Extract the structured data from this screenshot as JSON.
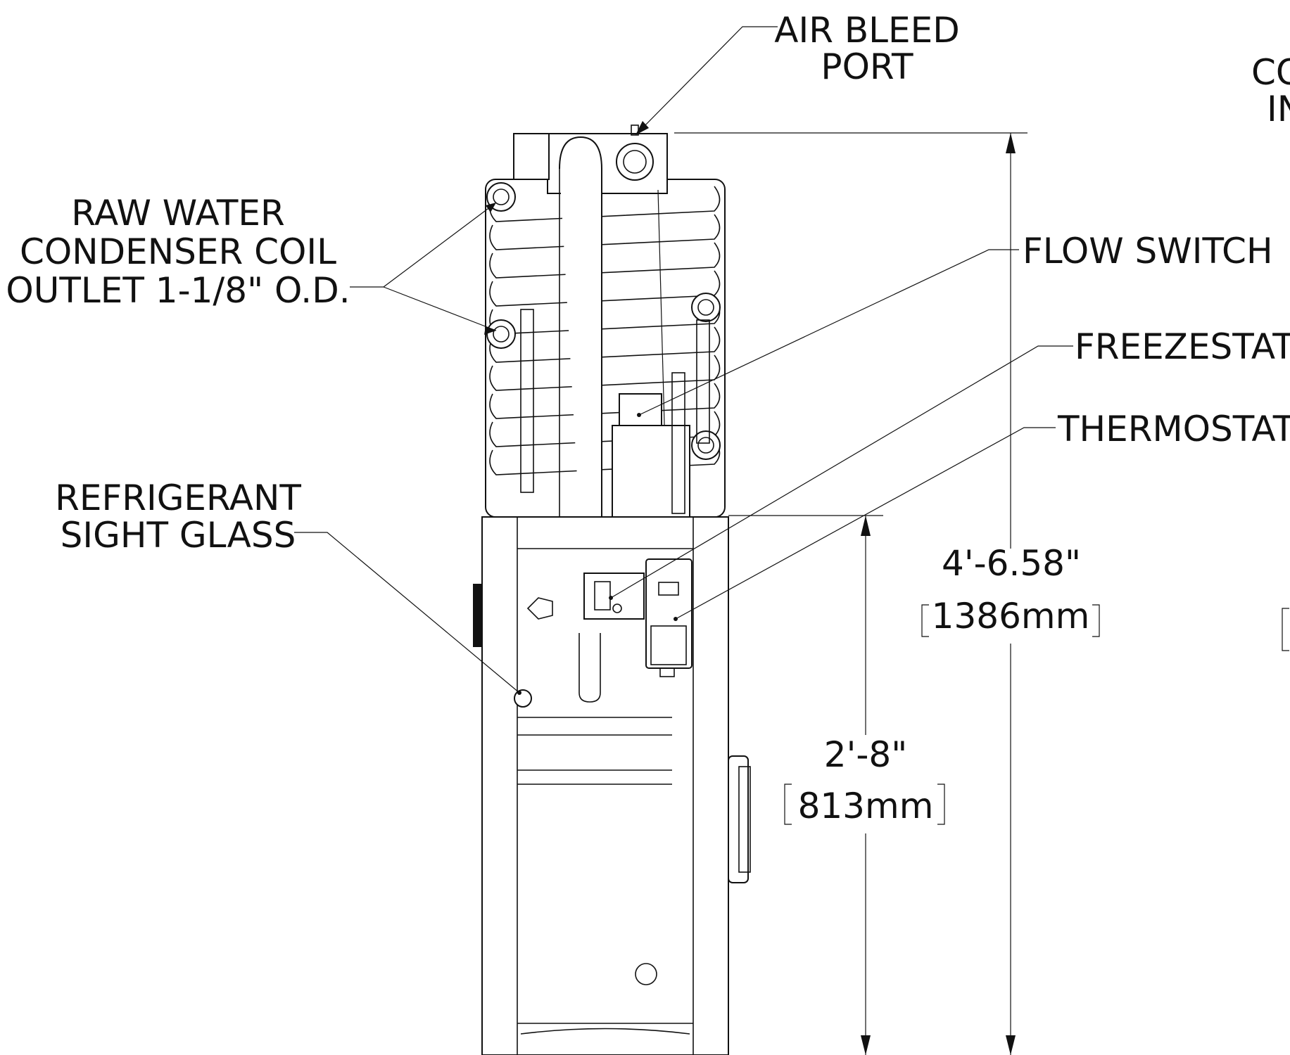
{
  "labels": {
    "air_bleed_line1": "AIR BLEED",
    "air_bleed_line2": "PORT",
    "raw_water_line1": "RAW WATER",
    "raw_water_line2": "CONDENSER COIL",
    "raw_water_line3": "OUTLET 1-1/8\" O.D.",
    "flow_switch": "FLOW SWITCH",
    "freezestat": "FREEZESTAT",
    "thermostat": "THERMOSTAT",
    "refrigerant_line1": "REFRIGERANT",
    "refrigerant_line2": "SIGHT GLASS",
    "cut_top_right_1": "CO",
    "cut_top_right_2": "IN"
  },
  "dimensions": {
    "overall_imperial": "4'-6.58\"",
    "overall_metric": "1386mm",
    "base_imperial": "2'-8\"",
    "base_metric": "813mm"
  }
}
